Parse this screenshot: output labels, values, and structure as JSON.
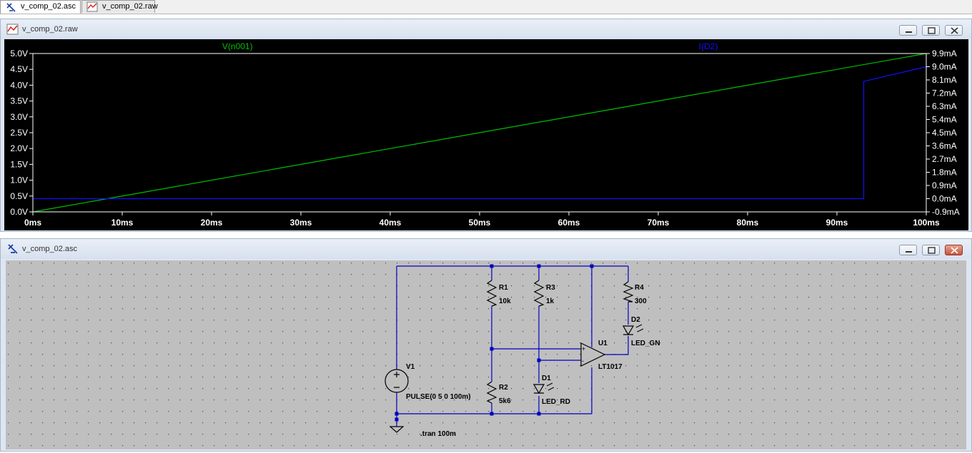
{
  "tabs": [
    {
      "label": "v_comp_02.asc",
      "active": true,
      "icon": "schematic-icon"
    },
    {
      "label": "v_comp_02.raw",
      "active": false,
      "icon": "waveform-icon"
    }
  ],
  "waveform_window": {
    "title": "v_comp_02.raw",
    "icon": "waveform-icon",
    "buttons": [
      "minimize",
      "restore",
      "close"
    ]
  },
  "schematic_window": {
    "title": "v_comp_02.asc",
    "icon": "schematic-icon",
    "buttons": [
      "minimize",
      "restore",
      "close"
    ]
  },
  "colors": {
    "plot_bg": "#000000",
    "trace_v": "#00c000",
    "trace_i": "#1010ff",
    "grid_text": "#ffffff",
    "schematic_bg": "#bfbfbf",
    "wire": "#0000c0",
    "close_red": "#c8533c"
  },
  "chart_data": {
    "type": "line",
    "title": "",
    "xlabel": "",
    "x_ticks": [
      "0ms",
      "10ms",
      "20ms",
      "30ms",
      "40ms",
      "50ms",
      "60ms",
      "70ms",
      "80ms",
      "90ms",
      "100ms"
    ],
    "xlim": [
      0,
      100
    ],
    "y_left_ticks": [
      "0.0V",
      "0.5V",
      "1.0V",
      "1.5V",
      "2.0V",
      "2.5V",
      "3.0V",
      "3.5V",
      "4.0V",
      "4.5V",
      "5.0V"
    ],
    "ylim_left": [
      0,
      5
    ],
    "y_right_ticks": [
      "-0.9mA",
      "0.0mA",
      "0.9mA",
      "1.8mA",
      "2.7mA",
      "3.6mA",
      "4.5mA",
      "5.4mA",
      "6.3mA",
      "7.2mA",
      "8.1mA",
      "9.0mA",
      "9.9mA"
    ],
    "ylim_right": [
      -0.9,
      9.9
    ],
    "grid": false,
    "legend_position": "top",
    "series": [
      {
        "name": "V(n001)",
        "axis": "left",
        "color": "#00c000",
        "x": [
          0,
          100
        ],
        "y": [
          0,
          5
        ]
      },
      {
        "name": "I(D2)",
        "axis": "right",
        "color": "#1010ff",
        "x": [
          0,
          93,
          93,
          100
        ],
        "y": [
          0.0,
          0.0,
          8.0,
          9.0
        ]
      }
    ]
  },
  "schematic": {
    "components": [
      {
        "ref": "R1",
        "value": "10k"
      },
      {
        "ref": "R3",
        "value": "1k"
      },
      {
        "ref": "R4",
        "value": "300"
      },
      {
        "ref": "D2",
        "value": "LED_GN"
      },
      {
        "ref": "U1",
        "value": "LT1017"
      },
      {
        "ref": "V1",
        "value": "PULSE(0 5 0 100m)"
      },
      {
        "ref": "R2",
        "value": "5k6"
      },
      {
        "ref": "D1",
        "value": "LED_RD"
      }
    ],
    "directive": ".tran 100m",
    "opamp_plus": "+",
    "opamp_minus": "-"
  }
}
